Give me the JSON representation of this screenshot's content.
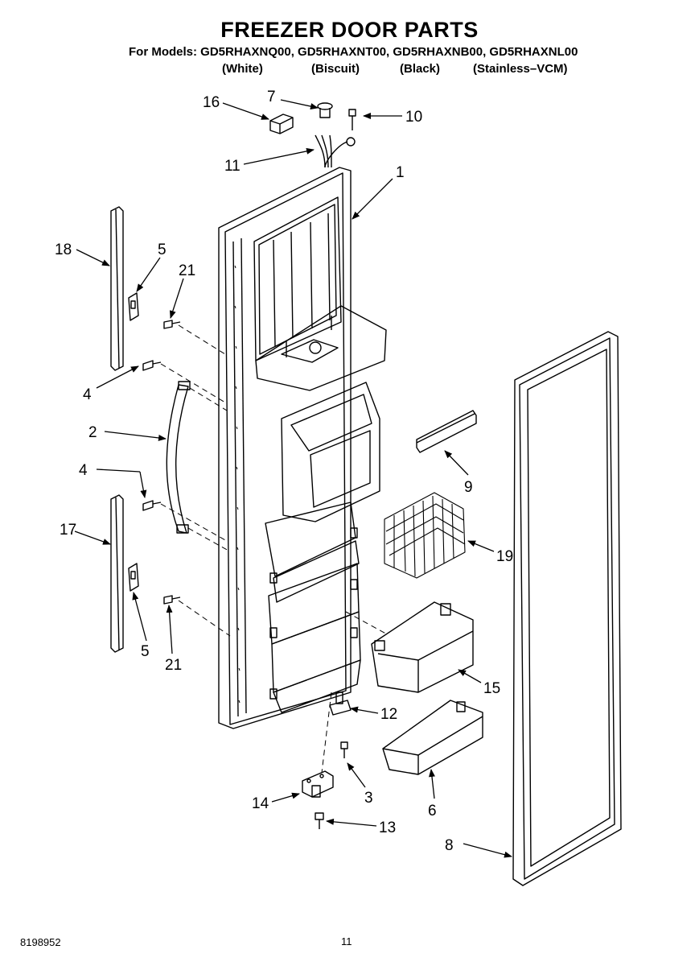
{
  "header": {
    "title": "FREEZER DOOR PARTS",
    "models": "For Models: GD5RHAXNQ00, GD5RHAXNT00, GD5RHAXNB00, GD5RHAXNL00",
    "variants": [
      "(White)",
      "(Biscuit)",
      "(Black)",
      "(Stainless–VCM)"
    ]
  },
  "callouts": [
    "16",
    "7",
    "10",
    "11",
    "1",
    "18",
    "5",
    "21",
    "4",
    "2",
    "4",
    "17",
    "5",
    "21",
    "9",
    "19",
    "15",
    "12",
    "3",
    "14",
    "6",
    "13",
    "8"
  ],
  "footer": {
    "doc_number": "8198952",
    "page_number": "11"
  }
}
